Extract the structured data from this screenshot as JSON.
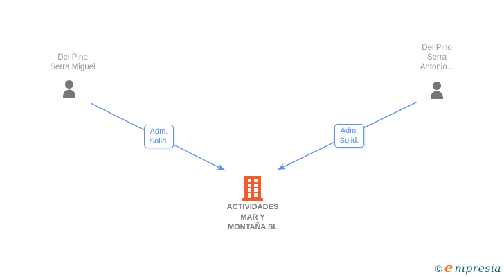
{
  "diagram": {
    "person_left": {
      "name_line1": "Del Pino",
      "name_line2": "Serra Miguel"
    },
    "person_right": {
      "name_line1": "Del Pino",
      "name_line2": "Serra",
      "name_line3": "Antonio..."
    },
    "company": {
      "name_line1": "ACTIVIDADES",
      "name_line2": "MAR Y",
      "name_line3": "MONTAÑA SL"
    },
    "edge_left": {
      "label_line1": "Adm.",
      "label_line2": "Solid."
    },
    "edge_right": {
      "label_line1": "Adm.",
      "label_line2": "Solid."
    }
  },
  "footer": {
    "copyright_symbol": "©",
    "brand_initial": "e",
    "brand_rest": "mpresia"
  },
  "colors": {
    "edge_blue": "#5d8fee",
    "label_text_blue": "#4a8bf0",
    "person_gray": "#767676",
    "name_gray": "#979797",
    "company_text_gray": "#7c7c7c",
    "building_orange": "#f25c2b",
    "logo_teal": "#1a6270",
    "logo_orange": "#ef8232"
  }
}
